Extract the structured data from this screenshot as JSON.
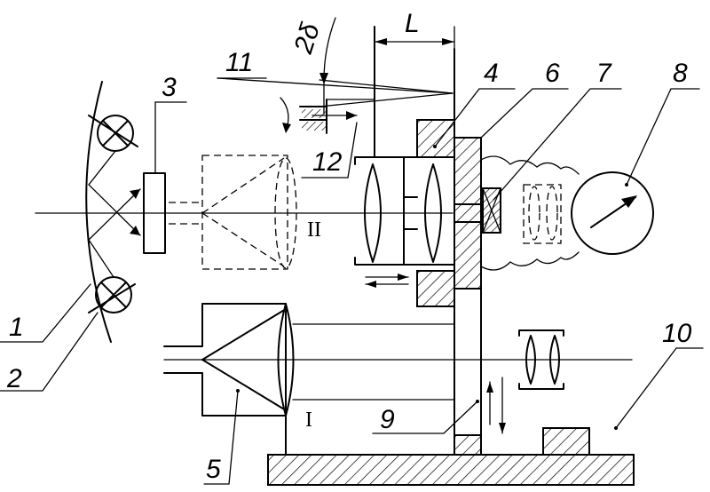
{
  "diagram": {
    "callouts": [
      "1",
      "2",
      "3",
      "4",
      "5",
      "6",
      "7",
      "8",
      "9",
      "10",
      "11",
      "12"
    ],
    "dimension_label": "L",
    "angle_label": "2δ",
    "branch_labels": [
      "I",
      "II"
    ],
    "colors": {
      "ink": "#000000",
      "paper": "#ffffff"
    }
  }
}
